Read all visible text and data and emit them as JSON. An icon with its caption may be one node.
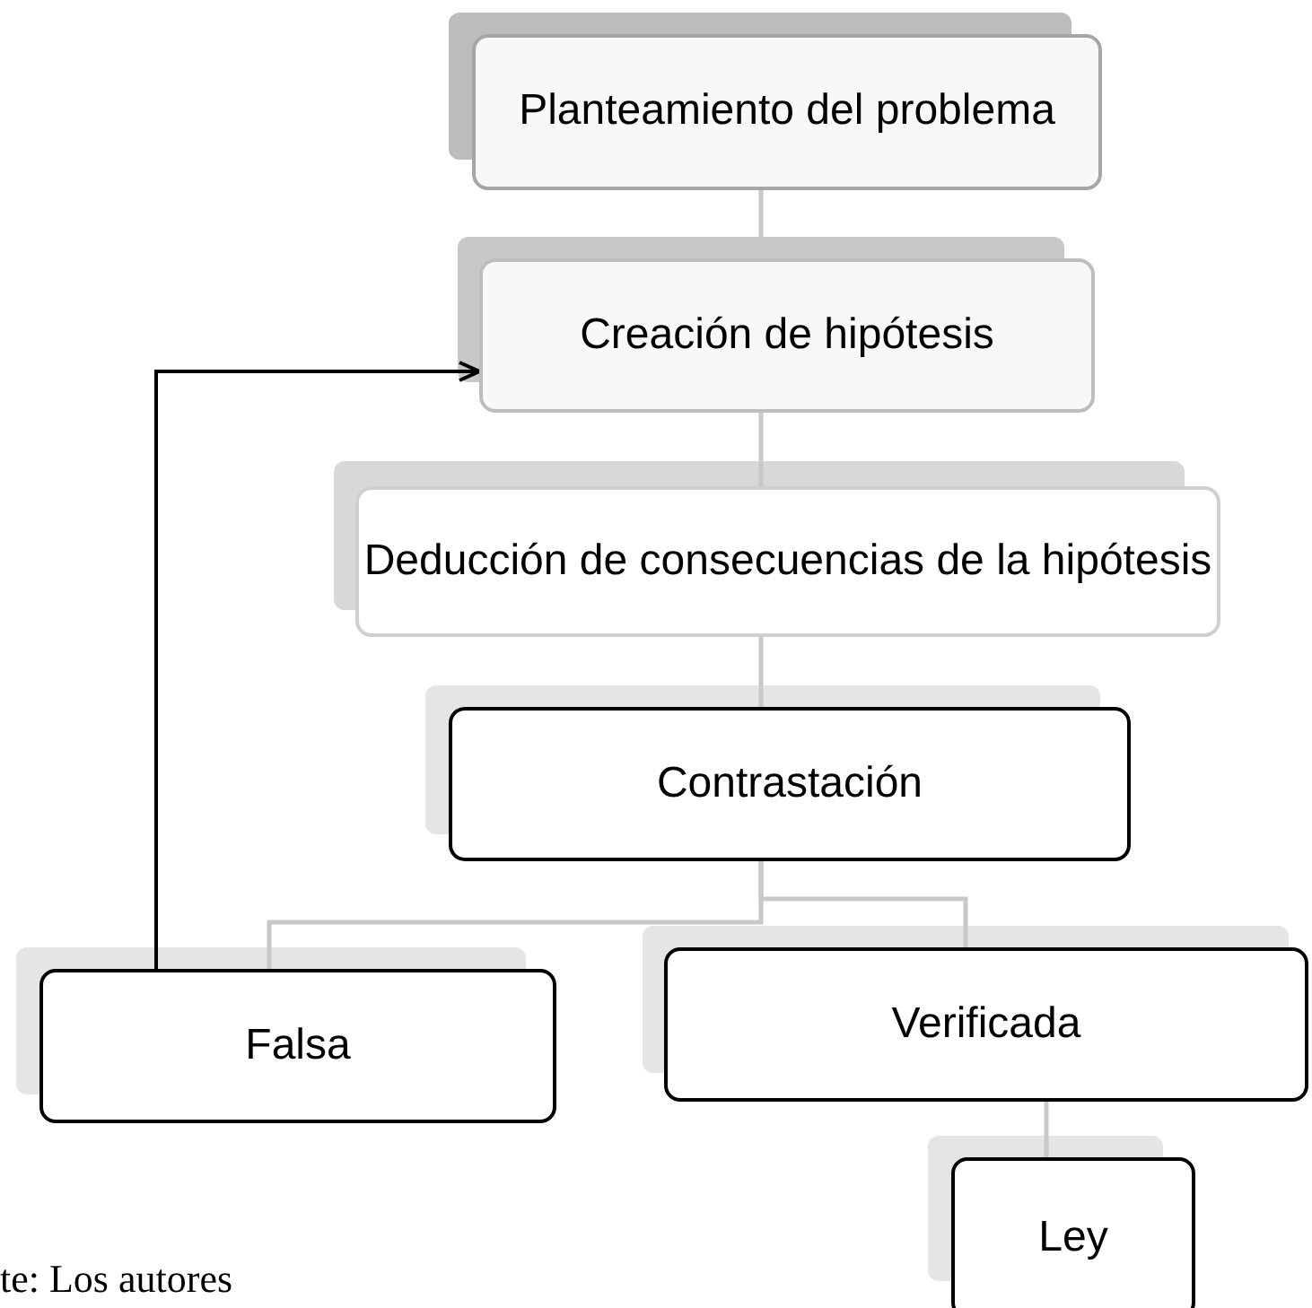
{
  "diagram": {
    "nodes": [
      {
        "text": [
          "Planteamiento del problema"
        ]
      },
      {
        "text": [
          "Creación de hipótesis"
        ]
      },
      {
        "text": [
          "Deducción de consecuencias de la hipótesis"
        ]
      },
      {
        "text": [
          "Contrastación"
        ]
      },
      {
        "text": [
          "Falsa"
        ]
      },
      {
        "text": [
          "Verificada"
        ]
      },
      {
        "text": [
          "Ley"
        ]
      }
    ],
    "edges": [
      {
        "from": 0,
        "to": 1,
        "arrow": "none"
      },
      {
        "from": 1,
        "to": 2,
        "arrow": "none"
      },
      {
        "from": 2,
        "to": 3,
        "arrow": "none"
      },
      {
        "from": 3,
        "to": 4,
        "arrow": "none"
      },
      {
        "from": 3,
        "to": 5,
        "arrow": "none"
      },
      {
        "from": 5,
        "to": 6,
        "arrow": "none"
      },
      {
        "from": 4,
        "to": 1,
        "arrow": "to",
        "color": "#000000"
      }
    ],
    "labels": [
      "te: Los autores"
    ]
  }
}
